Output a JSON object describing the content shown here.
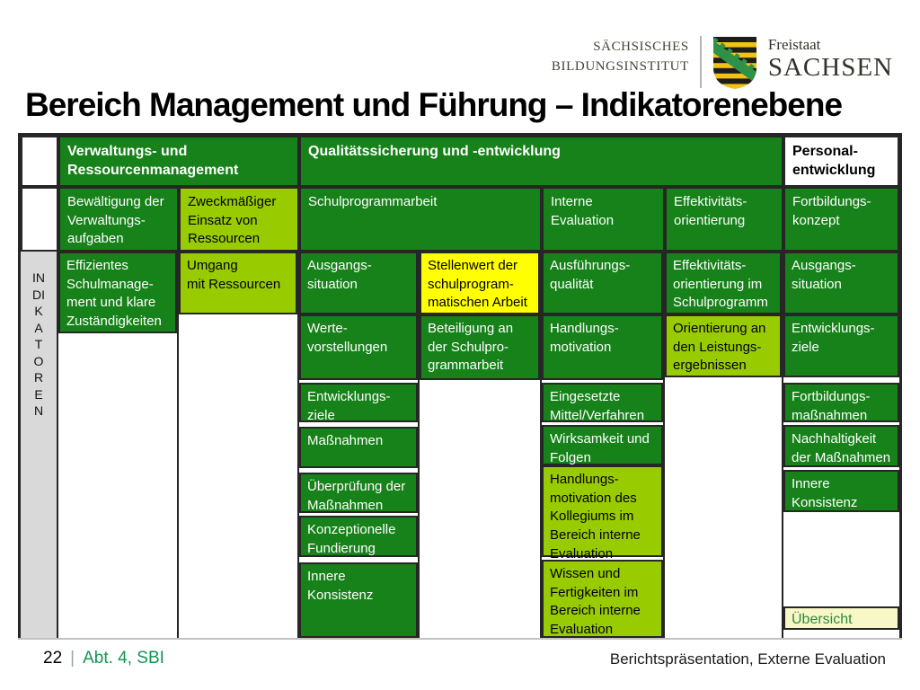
{
  "title": "Bereich Management und Führung – Indikatorenebene",
  "logo": {
    "institute_line1": "SÄCHSISCHES",
    "institute_line2": "BILDUNGSINSTITUT",
    "state_small": "Freistaat",
    "state_large": "SACHSEN",
    "shield_icon": "saxony-coat-of-arms"
  },
  "table": {
    "side_label": "INDIKATOREN",
    "areas": [
      "Verwaltungs- und\nRessourcenmanagement",
      "Qualitätssicherung und -entwicklung",
      "Personal-\nentwicklung"
    ],
    "criteria": [
      "Bewältigung der\nVerwaltungs-\naufgaben",
      "Zweckmäßiger\nEinsatz von\nRessourcen",
      "Schulprogrammarbeit",
      "Interne\nEvaluation",
      "Effektivitäts-\norientierung",
      "Fortbildungs-\nkonzept"
    ],
    "cols": {
      "c1": [
        "Effizientes\nSchulmanage-\nment und klare\nZuständigkeiten"
      ],
      "c2": [
        "Umgang\nmit Ressourcen"
      ],
      "c3": [
        "Ausgangs-\nsituation",
        "Werte-\nvorstellungen",
        "Entwicklungs-\nziele",
        "Maßnahmen",
        "Überprüfung der\nMaßnahmen",
        "Konzeptionelle\nFundierung",
        "Innere\nKonsistenz"
      ],
      "c4": [
        "Stellenwert der\nschulprogram-\nmatischen Arbeit",
        "Beteiligung an\nder Schulpro-\ngrammarbeit"
      ],
      "c5": [
        "Ausführungs-\nqualität",
        "Handlungs-\nmotivation",
        "Eingesetzte\nMittel/Verfahren",
        "Wirksamkeit und\nFolgen",
        "Handlungs-\nmotivation des\nKollegiums im\nBereich interne\nEvaluation",
        "Wissen und\nFertigkeiten im\nBereich interne\nEvaluation"
      ],
      "c6": [
        "Effektivitäts-\norientierung im\nSchulprogramm",
        "Orientierung an\nden Leistungs-\nergebnissen"
      ],
      "c7": [
        "Ausgangs-\nsituation",
        "Entwicklungs-\nziele",
        "Fortbildungs-\nmaßnahmen",
        "Nachhaltigkeit\nder Maßnahmen",
        "Innere\nKonsistenz",
        "Übersicht"
      ]
    }
  },
  "footer": {
    "page_number": "22",
    "separator": "|",
    "department": "Abt. 4, SBI",
    "right_text": "Berichtspräsentation, Externe Evaluation"
  },
  "colors": {
    "dark_green": "#17811A",
    "lime_green": "#99CC00",
    "yellow": "#FFFF00",
    "gray_column": "#D9D9D9",
    "pale_yellow": "#F7F7C8",
    "border": "#262626",
    "link_green": "#2E8B40",
    "footer_green": "#12954F"
  }
}
